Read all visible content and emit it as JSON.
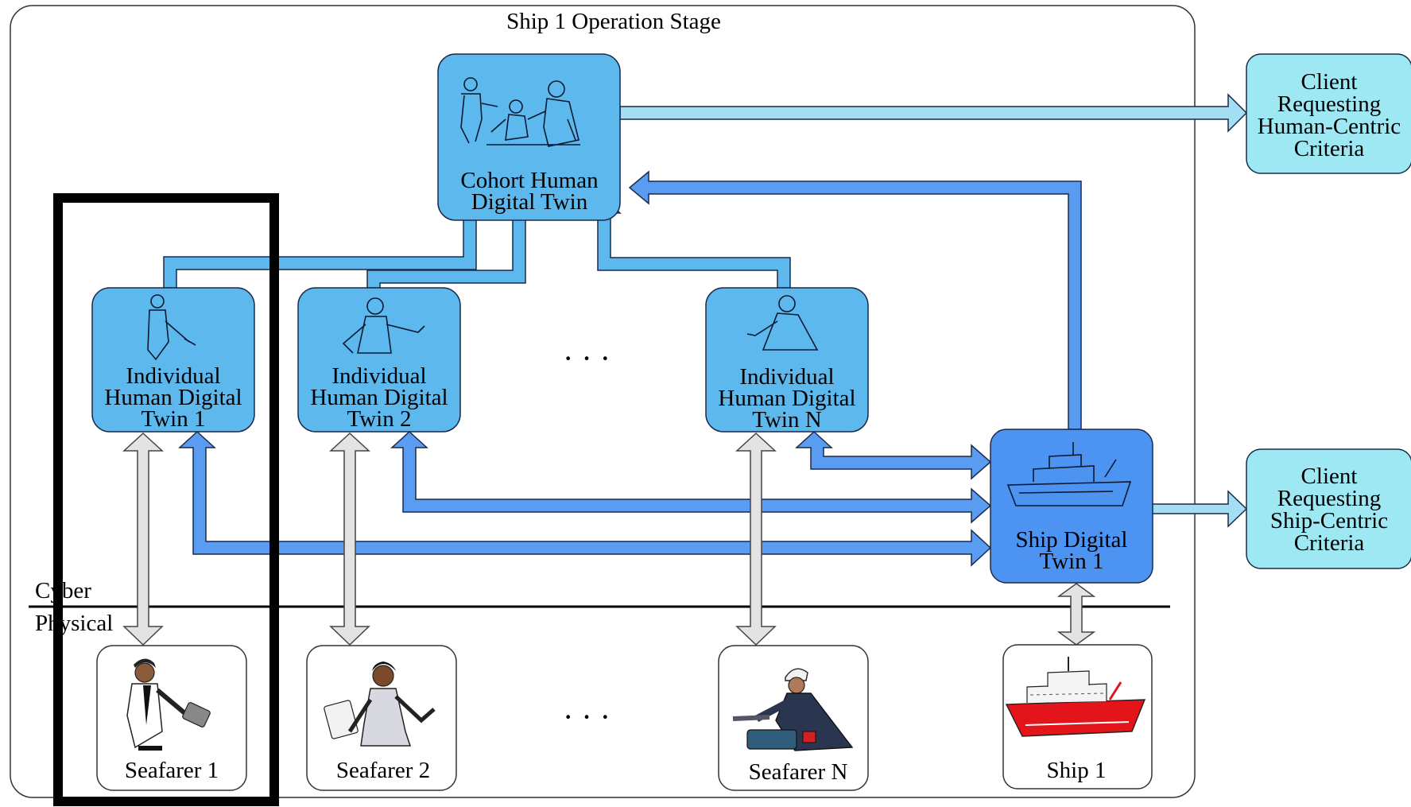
{
  "stage": {
    "title": "Ship 1 Operation Stage"
  },
  "cohort": {
    "line1": "Cohort Human",
    "line2": "Digital Twin"
  },
  "individuals": [
    {
      "line1": "Individual",
      "line2": "Human Digital",
      "line3": "Twin 1"
    },
    {
      "line1": "Individual",
      "line2": "Human Digital",
      "line3": "Twin 2"
    },
    {
      "line1": "Individual",
      "line2": "Human Digital",
      "line3": "Twin N"
    }
  ],
  "ship_twin": {
    "line1": "Ship Digital",
    "line2": "Twin 1"
  },
  "clients": [
    {
      "line1": "Client",
      "line2": "Requesting",
      "line3": "Human-Centric",
      "line4": "Criteria"
    },
    {
      "line1": "Client",
      "line2": "Requesting",
      "line3": "Ship-Centric",
      "line4": "Criteria"
    }
  ],
  "physical": [
    {
      "label": "Seafarer 1"
    },
    {
      "label": "Seafarer 2"
    },
    {
      "label": "Seafarer N"
    },
    {
      "label": "Ship 1"
    }
  ],
  "layers": {
    "cyber": "Cyber",
    "physical": "Physical"
  },
  "ellipsis": "· · ·",
  "colors": {
    "twin_box": "#5db8ee",
    "ship_box": "#4d94f2",
    "client_box": "#9ee8f3",
    "data_arrow": "#5a9cf2",
    "light_arrow": "#a3def2",
    "physical_arrow": "#e3e3e3",
    "ship_hull": "#e3141a"
  }
}
